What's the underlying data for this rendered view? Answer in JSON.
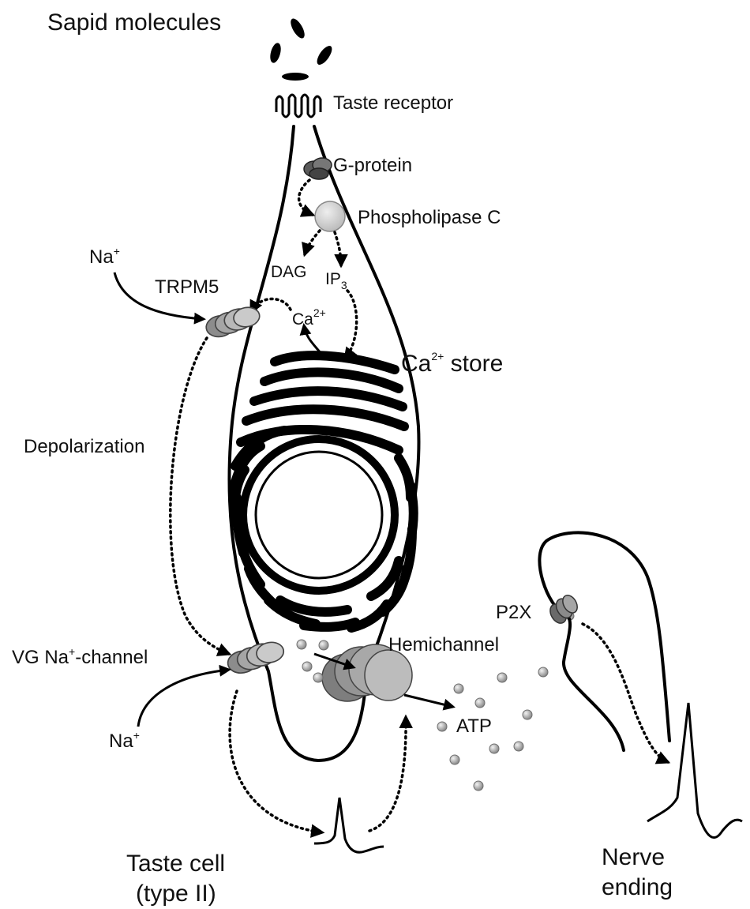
{
  "labels": {
    "sapid_molecules": "Sapid molecules",
    "taste_receptor": "Taste receptor",
    "g_protein": "G-protein",
    "phospholipase_c": "Phospholipase C",
    "na_top": "Na",
    "na_top_sup": "+",
    "trpm5": "TRPM5",
    "dag": "DAG",
    "ip3": "IP",
    "ip3_sub": "3",
    "ca_inner": "Ca",
    "ca_inner_sup": "2+",
    "ca_store": "Ca",
    "ca_store_sup": "2+",
    "ca_store_suffix": " store",
    "depolarization": "Depolarization",
    "p2x": "P2X",
    "hemichannel": "Hemichannel",
    "vg_na_prefix": "VG Na",
    "vg_na_sup": "+",
    "vg_na_suffix": "-channel",
    "na_bottom": "Na",
    "na_bottom_sup": "+",
    "atp": "ATP",
    "taste_cell_line1": "Taste cell",
    "taste_cell_line2": "(type II)",
    "nerve_line1": "Nerve",
    "nerve_line2": "ending"
  },
  "colors": {
    "ink": "#000000",
    "channel_fill": "#9a9a9a",
    "g_protein_fill": "#5a5a5a",
    "plc_fill": "#d2d2d2",
    "atp_light": "#f2f2f2",
    "atp_dark": "#8a8a8a"
  }
}
